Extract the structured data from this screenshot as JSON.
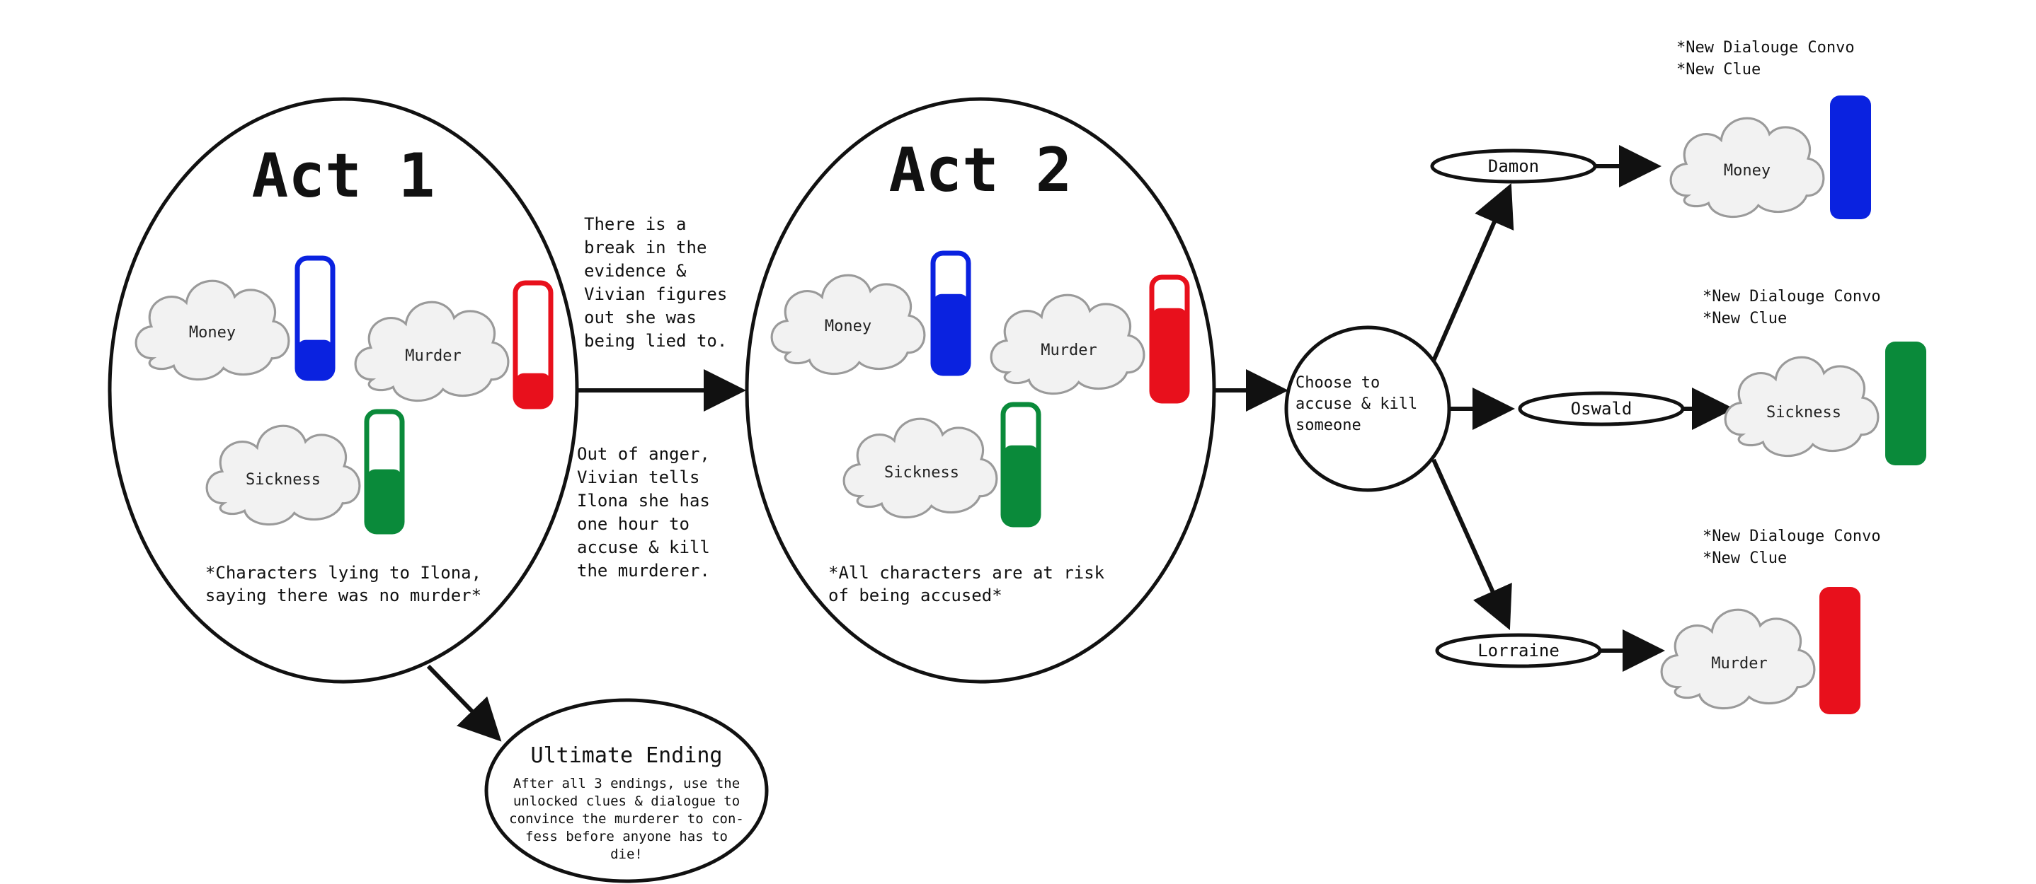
{
  "colors": {
    "money": "#0a22e0",
    "murder": "#e8101c",
    "sickness": "#0a8a3a",
    "ink": "#111111"
  },
  "act1": {
    "title": "Act 1",
    "clouds": [
      {
        "label": "Money",
        "level": 0.32
      },
      {
        "label": "Murder",
        "level": 0.27
      },
      {
        "label": "Sickness",
        "level": 0.52
      }
    ],
    "note_lines": [
      "*Characters lying to Ilona,",
      "saying there was no murder*"
    ]
  },
  "transition": {
    "top_lines": [
      "There is a",
      "break in the",
      "evidence &",
      "Vivian figures",
      "out she was",
      "being lied to."
    ],
    "bottom_lines": [
      "Out of anger,",
      "Vivian tells",
      "Ilona she has",
      "one hour to",
      "accuse & kill",
      "the murderer."
    ]
  },
  "act2": {
    "title": "Act 2",
    "clouds": [
      {
        "label": "Money",
        "level": 0.66
      },
      {
        "label": "Murder",
        "level": 0.75
      },
      {
        "label": "Sickness",
        "level": 0.66
      }
    ],
    "note_lines": [
      "*All characters are at risk",
      "of being accused*"
    ]
  },
  "choice": {
    "lines": [
      "Choose to",
      "accuse & kill",
      "someone"
    ]
  },
  "ending": {
    "title": "Ultimate Ending",
    "body_lines": [
      "After all 3 endings, use the",
      "unlocked clues & dialogue to",
      "convince the murderer to con-",
      "fess before anyone has to",
      "die!"
    ]
  },
  "branches": [
    {
      "name": "Damon",
      "notes": [
        "*New Dialouge Convo",
        "*New Clue"
      ],
      "cloud": "Money",
      "bar": "money"
    },
    {
      "name": "Oswald",
      "notes": [
        "*New Dialouge Convo",
        "*New Clue"
      ],
      "cloud": "Sickness",
      "bar": "sickness"
    },
    {
      "name": "Lorraine",
      "notes": [
        "*New Dialouge Convo",
        "*New Clue"
      ],
      "cloud": "Murder",
      "bar": "murder"
    }
  ]
}
